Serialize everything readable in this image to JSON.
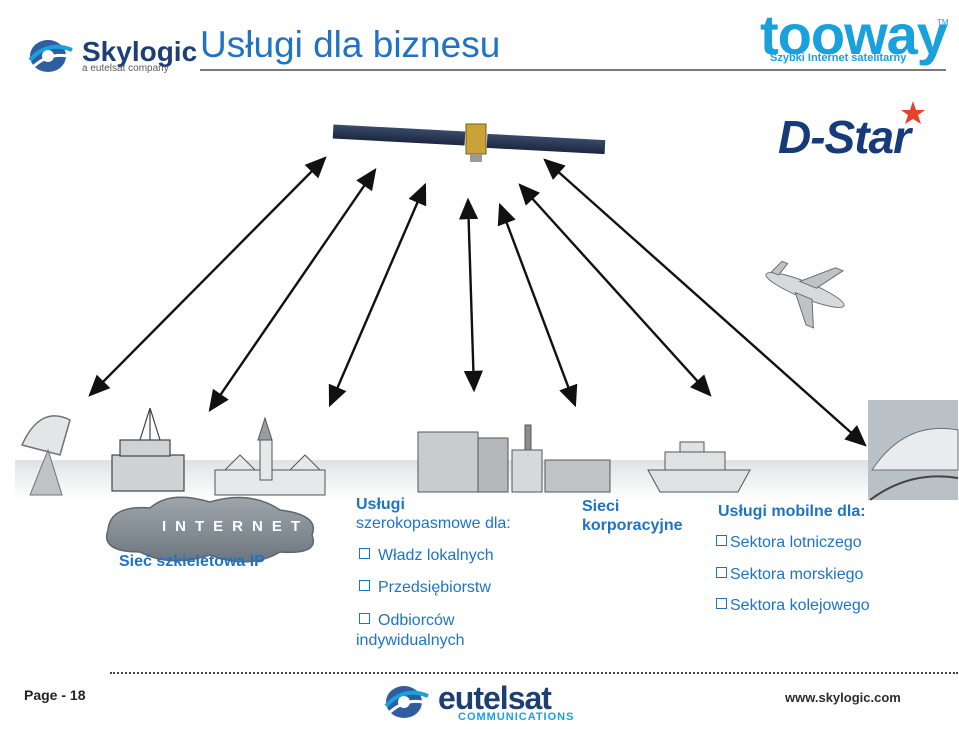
{
  "header": {
    "title": "Usługi dla biznesu",
    "skylogic_name": "Skylogic",
    "skylogic_sub": "a eutelsat company",
    "tooway_name": "tooway",
    "tooway_tm": "TM",
    "tooway_sub": "Szybki Internet satelitarny",
    "dstar_name": "D-Star"
  },
  "diagram": {
    "cloud_label": "INTERNET",
    "backbone_label": "Sieć szkieletowa IP",
    "broadband": {
      "heading_line1": "Usługi",
      "heading_line2": "szerokopasmowe dla:",
      "items": [
        "Władz lokalnych",
        "Przedsiębiorstw",
        "Odbiorców",
        "indywidualnych"
      ]
    },
    "corporate": {
      "line1": "Sieci",
      "line2": "korporacyjne"
    },
    "mobile": {
      "heading": "Usługi mobilne dla:",
      "items": [
        "Sektora lotniczego",
        "Sektora morskiego",
        "Sektora kolejowego"
      ]
    }
  },
  "footer": {
    "page": "Page - 18",
    "eutelsat_name": "eutelsat",
    "eutelsat_sub": "COMMUNICATIONS",
    "url": "www.skylogic.com"
  },
  "colors": {
    "accent": "#1f73c4",
    "logo_navy": "#1d3f74",
    "logo_cyan": "#1aa0dc"
  }
}
